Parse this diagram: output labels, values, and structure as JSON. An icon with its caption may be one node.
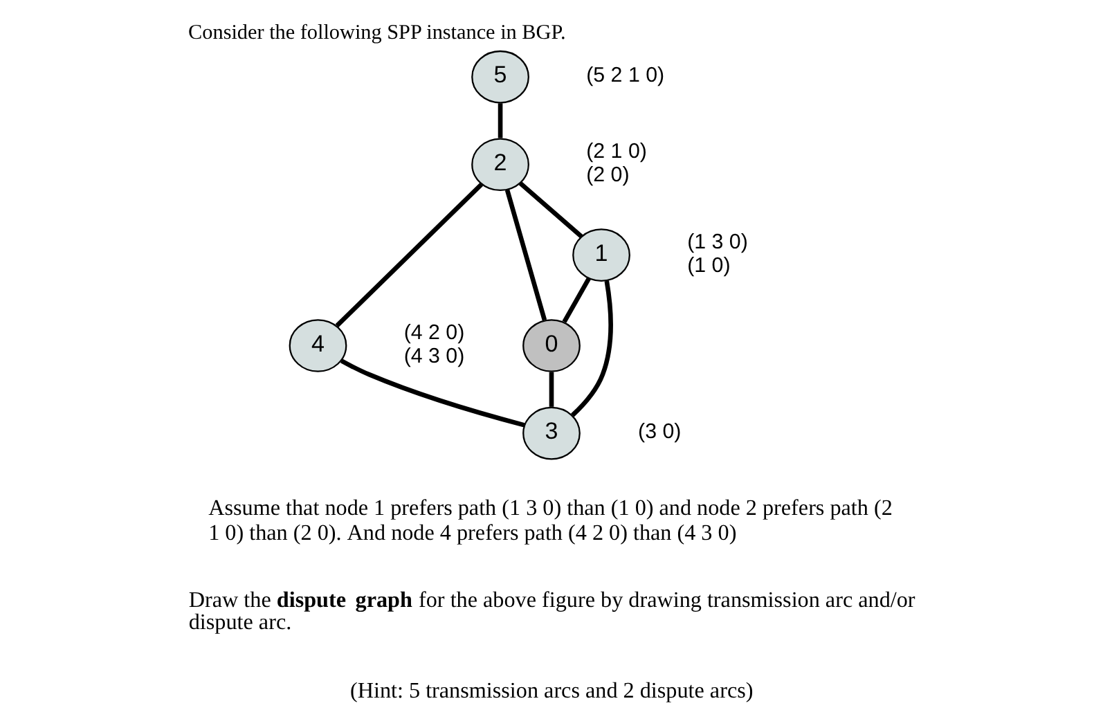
{
  "diagram": {
    "title": "Consider the following SPP instance in BGP.",
    "nodes": [
      {
        "text": [
          "5"
        ],
        "beside": [
          "(5 2 1 0)"
        ]
      },
      {
        "text": [
          "2"
        ],
        "beside": [
          "(2 1 0)",
          "(2 0)"
        ]
      },
      {
        "text": [
          "4"
        ],
        "beside": [
          "(4 2 0)",
          "(4 3 0)"
        ]
      },
      {
        "text": [
          "0"
        ]
      },
      {
        "text": [
          "1"
        ],
        "beside": [
          "(1 3 0)",
          "(1 0)"
        ]
      },
      {
        "text": [
          "3"
        ],
        "beside": [
          "(3 0)"
        ]
      }
    ],
    "edges": [
      {
        "from": 0,
        "to": 1,
        "arrow": "none"
      },
      {
        "from": 1,
        "to": 2,
        "arrow": "none"
      },
      {
        "from": 1,
        "to": 3,
        "arrow": "none"
      },
      {
        "from": 1,
        "to": 4,
        "arrow": "none"
      },
      {
        "from": 4,
        "to": 3,
        "arrow": "none"
      },
      {
        "from": 3,
        "to": 5,
        "arrow": "none"
      },
      {
        "from": 4,
        "to": 5,
        "arrow": "none"
      },
      {
        "from": 2,
        "to": 5,
        "arrow": "none"
      }
    ],
    "labels": [
      "Assume that node 1 prefers path (1 3 0) than (1 0) and node 2 prefers path (2 1 0) than (2 0). And node 4 prefers path (4 2 0) than (4 3 0)",
      "Draw the **dispute graph** for the above figure by drawing transmission arc and/or dispute arc.",
      "(Hint: 5 transmission arcs and 2 dispute arcs)"
    ]
  }
}
